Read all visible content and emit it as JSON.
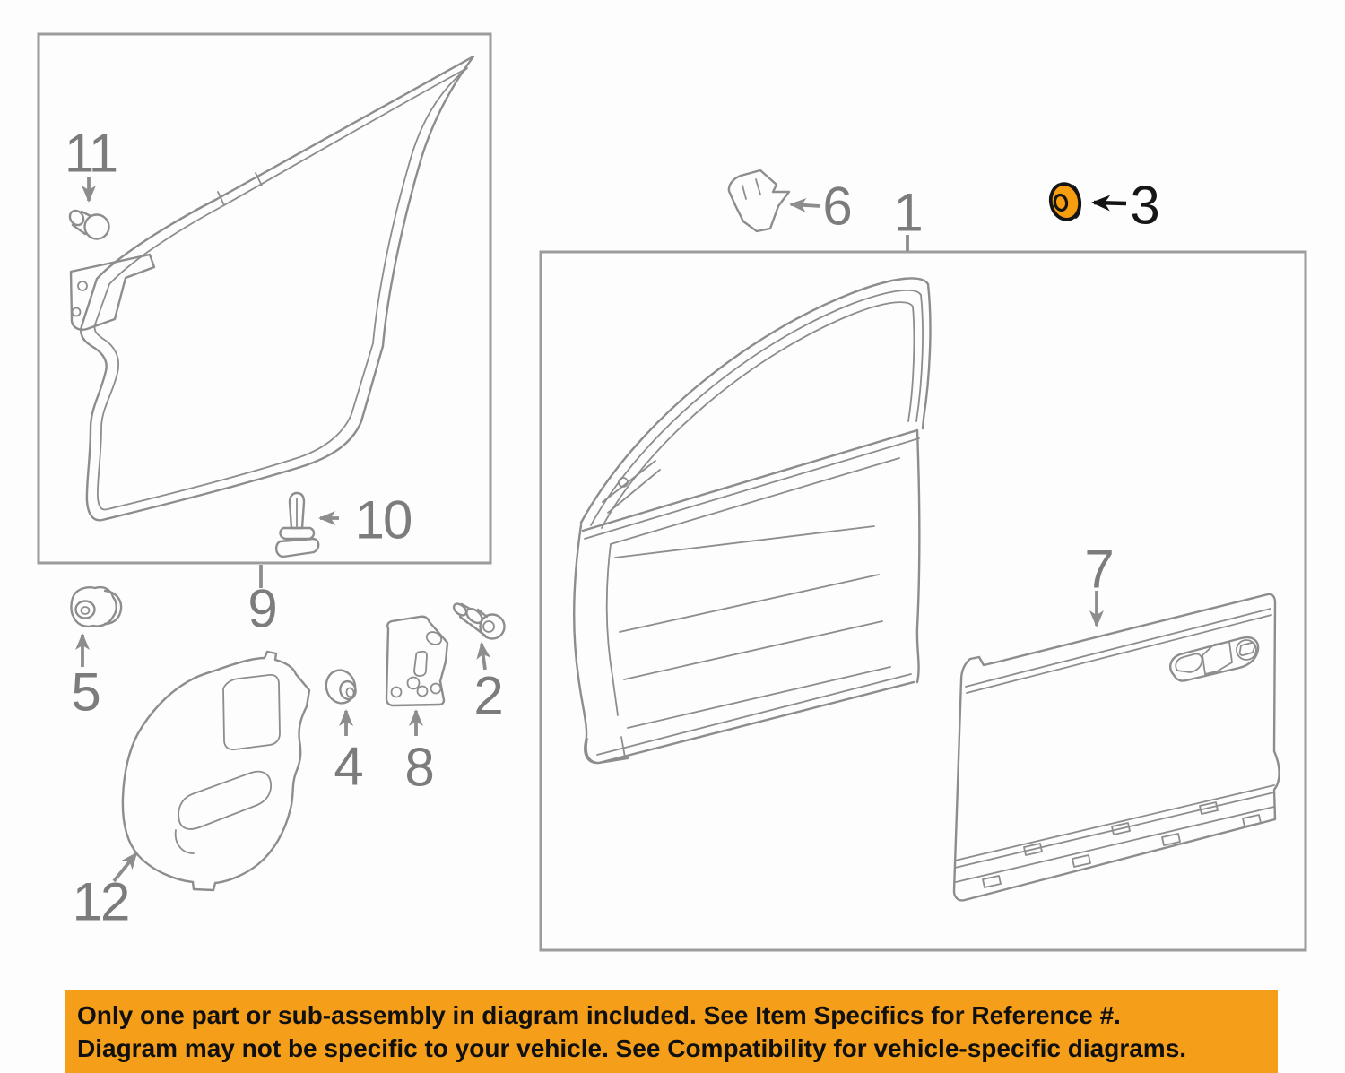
{
  "diagram": {
    "line_color": "#8d8d8d",
    "label_color": "#7c7c7c",
    "highlight_color": "#F79E10",
    "labels": [
      {
        "ref": "1"
      },
      {
        "ref": "2"
      },
      {
        "ref": "3",
        "highlighted": true
      },
      {
        "ref": "4"
      },
      {
        "ref": "5"
      },
      {
        "ref": "6"
      },
      {
        "ref": "7"
      },
      {
        "ref": "8"
      },
      {
        "ref": "9"
      },
      {
        "ref": "10"
      },
      {
        "ref": "11"
      },
      {
        "ref": "12"
      }
    ]
  },
  "banner": {
    "bg": "#F49E1A",
    "text_color": "#101010",
    "line1": "Only one part or sub-assembly in diagram included. See Item Specifics for Reference #.",
    "line2": "Diagram may not be specific to your vehicle. See Compatibility for vehicle-specific diagrams."
  }
}
